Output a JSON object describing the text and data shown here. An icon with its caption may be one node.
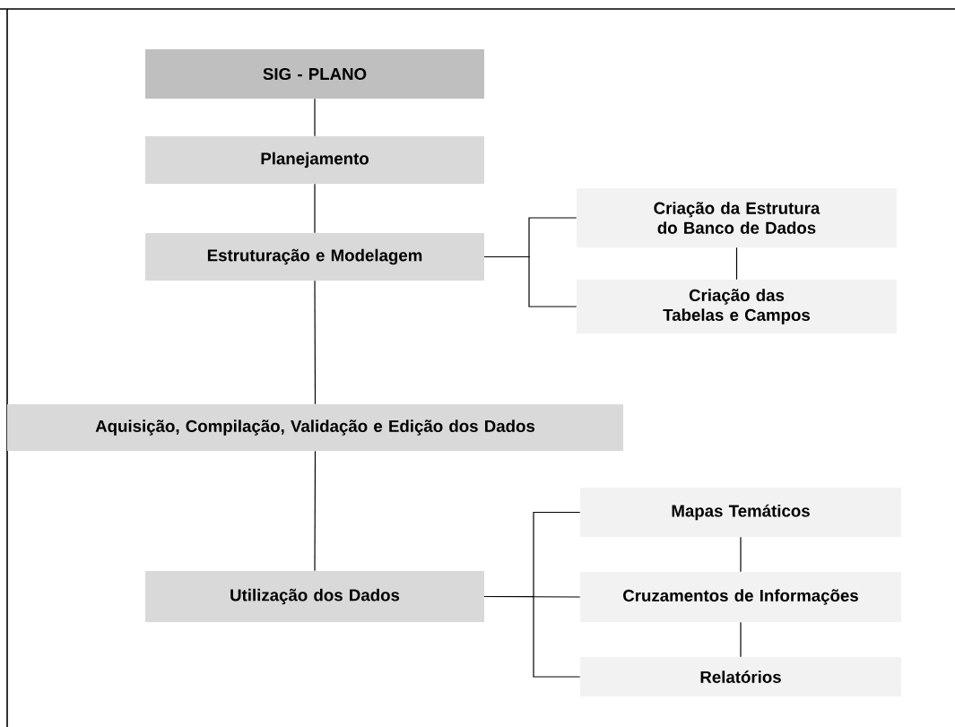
{
  "diagram": {
    "nodes": [
      {
        "text": [
          "SIG - PLANO"
        ]
      },
      {
        "text": [
          "Planejamento"
        ]
      },
      {
        "text": [
          "Estruturação e Modelagem"
        ]
      },
      {
        "text": [
          "Criação da Estrutura do Banco de Dados"
        ]
      },
      {
        "text": [
          "Criação das Tabelas e Campos"
        ]
      },
      {
        "text": [
          "Aquisição, Compilação, Validação e Edição dos Dados"
        ]
      },
      {
        "text": [
          "Utilização dos Dados"
        ]
      },
      {
        "text": [
          "Mapas Temáticos"
        ]
      },
      {
        "text": [
          "Cruzamentos de Informações"
        ]
      },
      {
        "text": [
          "Relatórios"
        ]
      }
    ],
    "edges": [
      {
        "from": 0,
        "to": 1,
        "arrow": "none"
      },
      {
        "from": 1,
        "to": 2,
        "arrow": "none"
      },
      {
        "from": 2,
        "to": 3,
        "arrow": "none"
      },
      {
        "from": 2,
        "to": 4,
        "arrow": "none"
      },
      {
        "from": 3,
        "to": 4,
        "arrow": "none"
      },
      {
        "from": 2,
        "to": 5,
        "arrow": "none"
      },
      {
        "from": 5,
        "to": 6,
        "arrow": "none"
      },
      {
        "from": 6,
        "to": 7,
        "arrow": "none"
      },
      {
        "from": 6,
        "to": 8,
        "arrow": "none"
      },
      {
        "from": 6,
        "to": 9,
        "arrow": "none"
      },
      {
        "from": 7,
        "to": 8,
        "arrow": "none"
      },
      {
        "from": 8,
        "to": 9,
        "arrow": "none"
      }
    ]
  }
}
